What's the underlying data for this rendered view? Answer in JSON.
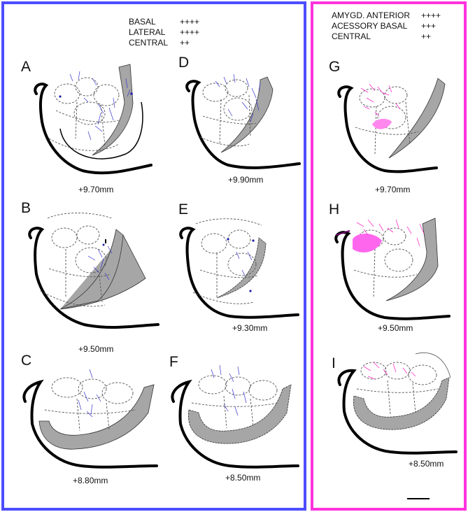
{
  "legend_left": [
    {
      "label": "BASAL",
      "level": "++++"
    },
    {
      "label": "LATERAL",
      "level": "++++"
    },
    {
      "label": "CENTRAL",
      "level": "++"
    }
  ],
  "legend_right": [
    {
      "label": "AMYGD. ANTERIOR",
      "level": "++++"
    },
    {
      "label": "ACESSORY BASAL",
      "level": "+++"
    },
    {
      "label": "CENTRAL",
      "level": "++"
    }
  ],
  "panels": [
    {
      "letter": "A",
      "depth": "+9.70mm",
      "group": "left",
      "fiber_color": "#3333cc"
    },
    {
      "letter": "D",
      "depth": "+9.90mm",
      "group": "left",
      "fiber_color": "#3333cc"
    },
    {
      "letter": "B",
      "depth": "+9.50mm",
      "group": "left",
      "fiber_color": "#3333cc"
    },
    {
      "letter": "E",
      "depth": "+9.30mm",
      "group": "left",
      "fiber_color": "#3333cc"
    },
    {
      "letter": "C",
      "depth": "+8.80mm",
      "group": "left",
      "fiber_color": "#3333cc"
    },
    {
      "letter": "F",
      "depth": "+8.50mm",
      "group": "left",
      "fiber_color": "#3333cc"
    },
    {
      "letter": "G",
      "depth": "+9.70mm",
      "group": "right",
      "fiber_color": "#ff33cc"
    },
    {
      "letter": "H",
      "depth": "+9.50mm",
      "group": "right",
      "fiber_color": "#ff33cc"
    },
    {
      "letter": "I",
      "depth": "+8.50mm",
      "group": "right",
      "fiber_color": "#ff33cc"
    }
  ],
  "colors": {
    "left_frame": "#4d4dff",
    "right_frame": "#ff33dd",
    "gray_matter": "#a6a6a6"
  }
}
